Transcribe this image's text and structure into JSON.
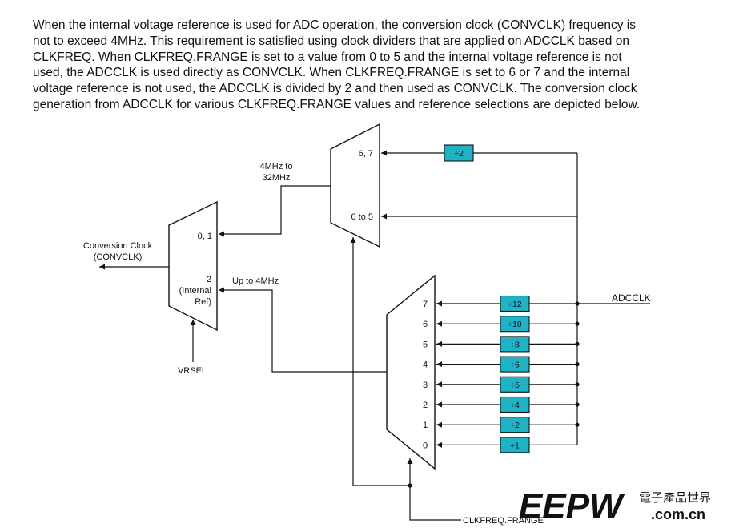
{
  "paragraph": [
    "When the internal voltage reference is used for ADC operation, the conversion clock (CONVCLK) frequency is",
    "not to exceed 4MHz. This requirement is satisfied using clock dividers that are applied on ADCCLK based on",
    "CLKFREQ. When CLKFREQ.FRANGE is set to a value from 0 to 5 and the internal voltage reference is not",
    "used, the ADCCLK is used directly as CONVCLK. When CLKFREQ.FRANGE is set to 6 or 7 and the internal",
    "voltage reference is not used, the ADCCLK is divided by 2 and then used as CONVCLK. The conversion clock",
    "generation from ADCCLK for various CLKFREQ.FRANGE values and reference selections are depicted below."
  ],
  "diagram": {
    "colors": {
      "divider_fill": "#1fb3c5",
      "stroke": "#111111"
    },
    "top_mux": {
      "input_hi": "6, 7",
      "input_lo": "0 to 5",
      "top_divider": "÷2"
    },
    "freq_label_1": "4MHz to",
    "freq_label_2": "32MHz",
    "left_mux": {
      "input_0": "0, 1",
      "input_1": "2",
      "input_1_sub1": "(Internal",
      "input_1_sub2": "Ref)"
    },
    "output_label_1": "Conversion Clock",
    "output_label_2": "(CONVCLK)",
    "up_to_label": "Up to 4MHz",
    "vrsel_label": "VRSEL",
    "adcclk_label": "ADCCLK",
    "frange_label": "CLKFREQ.FRANGE",
    "bottom_mux_inputs": [
      "7",
      "6",
      "5",
      "4",
      "3",
      "2",
      "1",
      "0"
    ],
    "dividers": [
      "÷12",
      "÷10",
      "÷8",
      "÷6",
      "÷5",
      "÷4",
      "÷2",
      "÷1"
    ]
  },
  "watermark": {
    "logo": "EEPW",
    "cn": "電子產品世界",
    "site": ".com.cn"
  }
}
